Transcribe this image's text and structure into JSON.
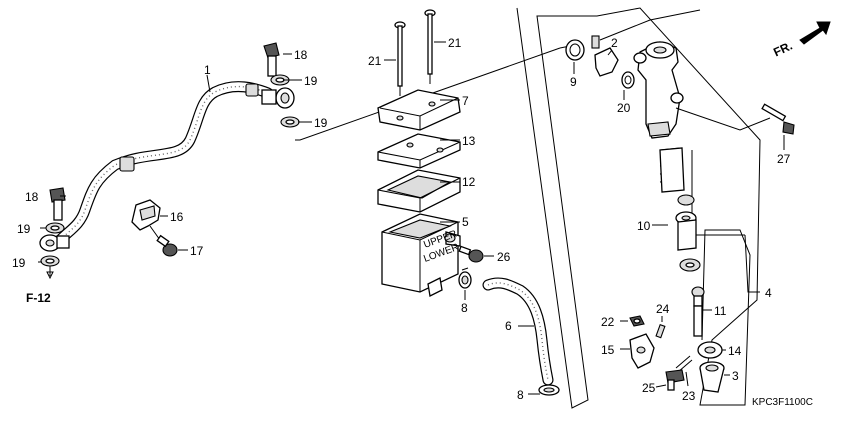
{
  "direction_indicator": "FR.",
  "reference_label": "F-12",
  "diagram_code": "KPC3F1100C",
  "reservoir_markings": [
    "UPPER",
    "LOWER"
  ],
  "callouts": {
    "c1": "1",
    "c2": "2",
    "c3": "3",
    "c4": "4",
    "c5": "5",
    "c6": "6",
    "c7": "7",
    "c8a": "8",
    "c8b": "8",
    "c9": "9",
    "c10": "10",
    "c11": "11",
    "c12": "12",
    "c13": "13",
    "c14": "14",
    "c15": "15",
    "c16": "16",
    "c17": "17",
    "c18a": "18",
    "c18b": "18",
    "c19a": "19",
    "c19b": "19",
    "c19c": "19",
    "c19d": "19",
    "c20": "20",
    "c21a": "21",
    "c21b": "21",
    "c22": "22",
    "c23": "23",
    "c24": "24",
    "c25": "25",
    "c26": "26",
    "c27": "27"
  }
}
